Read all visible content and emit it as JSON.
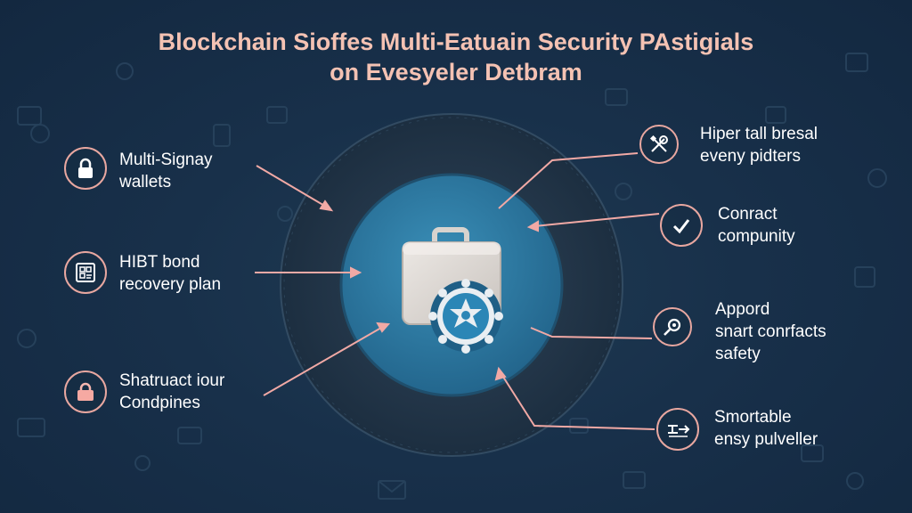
{
  "title": {
    "line1": "Blockchain Sioffes Multi-Eatuain Security PAstigials",
    "line2": "on Evesyeler Detbram"
  },
  "colors": {
    "background": "#18304a",
    "title": "#f4c2b3",
    "accent": "#e8a7a0",
    "center_blue": "#2f7ea6",
    "label": "#ffffff"
  },
  "left_items": [
    {
      "icon": "lock-icon",
      "lines": [
        "Multi-Signay",
        "wallets"
      ]
    },
    {
      "icon": "document-grid-icon",
      "lines": [
        "HIBT bond",
        "recovery plan"
      ]
    },
    {
      "icon": "padlock-icon",
      "lines": [
        "Shatruact iour",
        "Condpines"
      ]
    }
  ],
  "right_items": [
    {
      "icon": "tools-icon",
      "lines": [
        "Hiper tall bresal",
        "eveny pidters"
      ]
    },
    {
      "icon": "checkmark-icon",
      "lines": [
        "Conract",
        "compunity"
      ]
    },
    {
      "icon": "magnifier-icon",
      "lines": [
        "Appord",
        "snart conrfacts",
        "safety"
      ]
    },
    {
      "icon": "signature-icon",
      "lines": [
        "Smortable",
        "ensy pulveller"
      ]
    }
  ],
  "center": {
    "icons": [
      "briefcase-icon",
      "gear-star-icon"
    ]
  }
}
